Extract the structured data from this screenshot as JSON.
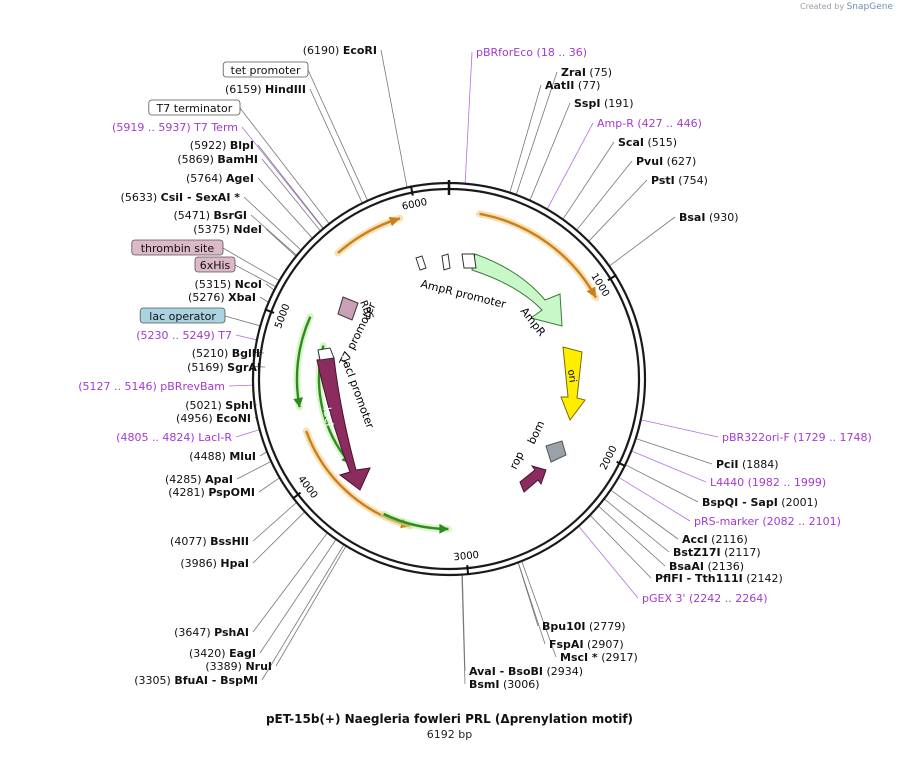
{
  "watermark": {
    "prefix": "Created by",
    "brand": "SnapGene"
  },
  "plasmid": {
    "title": "pET-15b(+) Naegleria fowleri PRL (Δprenylation motif)",
    "size_label": "6192 bp",
    "length": 6192
  },
  "ticks": [
    {
      "pos": 1000,
      "label": "1000"
    },
    {
      "pos": 2000,
      "label": "2000"
    },
    {
      "pos": 3000,
      "label": "3000"
    },
    {
      "pos": 4000,
      "label": "4000"
    },
    {
      "pos": 5000,
      "label": "5000"
    },
    {
      "pos": 6000,
      "label": "6000"
    }
  ],
  "sites": [
    {
      "name": "EcoRI",
      "pos": "(6190)",
      "kind": "enzyme",
      "side": "L"
    },
    {
      "name": "tet promoter",
      "kind": "boxed",
      "side": "L"
    },
    {
      "name": "HindIII",
      "pos": "(6159)",
      "kind": "enzyme",
      "side": "L"
    },
    {
      "name": "T7 terminator",
      "kind": "boxed",
      "side": "L"
    },
    {
      "name": "T7 Term",
      "pos": "(5919 .. 5937)",
      "kind": "feature",
      "side": "L"
    },
    {
      "name": "BlpI",
      "pos": "(5922)",
      "kind": "enzyme",
      "side": "L"
    },
    {
      "name": "BamHI",
      "pos": "(5869)",
      "kind": "enzyme",
      "side": "L"
    },
    {
      "name": "AgeI",
      "pos": "(5764)",
      "kind": "enzyme",
      "side": "L"
    },
    {
      "name": "CsiI  - SexAI *",
      "pos": "(5633)",
      "kind": "enzyme",
      "side": "L"
    },
    {
      "name": "BsrGI",
      "pos": "(5471)",
      "kind": "enzyme",
      "side": "L"
    },
    {
      "name": "NdeI",
      "pos": "(5375)",
      "kind": "enzyme",
      "side": "L"
    },
    {
      "name": "thrombin site",
      "kind": "boxed-pink",
      "side": "L"
    },
    {
      "name": "6xHis",
      "kind": "boxed-pink",
      "side": "L"
    },
    {
      "name": "NcoI",
      "pos": "(5315)",
      "kind": "enzyme",
      "side": "L"
    },
    {
      "name": "XbaI",
      "pos": "(5276)",
      "kind": "enzyme",
      "side": "L"
    },
    {
      "name": "lac operator",
      "kind": "boxed-blue",
      "side": "L"
    },
    {
      "name": "T7",
      "pos": "(5230 .. 5249)",
      "kind": "feature",
      "side": "L"
    },
    {
      "name": "BglII",
      "pos": "(5210)",
      "kind": "enzyme",
      "side": "L"
    },
    {
      "name": "SgrAI",
      "pos": "(5169)",
      "kind": "enzyme",
      "side": "L"
    },
    {
      "name": "pBRrevBam",
      "pos": "(5127 .. 5146)",
      "kind": "feature",
      "side": "L"
    },
    {
      "name": "SphI",
      "pos": "(5021)",
      "kind": "enzyme",
      "side": "L"
    },
    {
      "name": "EcoNI",
      "pos": "(4956)",
      "kind": "enzyme",
      "side": "L"
    },
    {
      "name": "LacI-R",
      "pos": "(4805 .. 4824)",
      "kind": "feature",
      "side": "L"
    },
    {
      "name": "MluI",
      "pos": "(4488)",
      "kind": "enzyme",
      "side": "L"
    },
    {
      "name": "ApaI",
      "pos": "(4285)",
      "kind": "enzyme",
      "side": "L"
    },
    {
      "name": "PspOMI",
      "pos": "(4281)",
      "kind": "enzyme",
      "side": "L"
    },
    {
      "name": "BssHII",
      "pos": "(4077)",
      "kind": "enzyme",
      "side": "L"
    },
    {
      "name": "HpaI",
      "pos": "(3986)",
      "kind": "enzyme",
      "side": "L"
    },
    {
      "name": "PshAI",
      "pos": "(3647)",
      "kind": "enzyme",
      "side": "L"
    },
    {
      "name": "EagI",
      "pos": "(3420)",
      "kind": "enzyme",
      "side": "L"
    },
    {
      "name": "NruI",
      "pos": "(3389)",
      "kind": "enzyme",
      "side": "L"
    },
    {
      "name": "BfuAI  - BspMI",
      "pos": "(3305)",
      "kind": "enzyme",
      "side": "L"
    },
    {
      "name": "BsmI",
      "pos": "(3006)",
      "kind": "enzyme",
      "side": "R"
    },
    {
      "name": "AvaI  - BsoBI",
      "pos": "(2934)",
      "kind": "enzyme",
      "side": "R"
    },
    {
      "name": "MscI *",
      "pos": "(2917)",
      "kind": "enzyme",
      "side": "R"
    },
    {
      "name": "FspAI",
      "pos": "(2907)",
      "kind": "enzyme",
      "side": "R"
    },
    {
      "name": "Bpu10I",
      "pos": "(2779)",
      "kind": "enzyme",
      "side": "R"
    },
    {
      "name": "pGEX 3'",
      "pos": "(2242 .. 2264)",
      "kind": "feature",
      "side": "R"
    },
    {
      "name": "PflFI  - Tth111I",
      "pos": "(2142)",
      "kind": "enzyme",
      "side": "R"
    },
    {
      "name": "BsaAI",
      "pos": "(2136)",
      "kind": "enzyme",
      "side": "R"
    },
    {
      "name": "BstZ17I",
      "pos": "(2117)",
      "kind": "enzyme",
      "side": "R"
    },
    {
      "name": "AccI",
      "pos": "(2116)",
      "kind": "enzyme",
      "side": "R"
    },
    {
      "name": "pRS-marker",
      "pos": "(2082 .. 2101)",
      "kind": "feature",
      "side": "R"
    },
    {
      "name": "BspQI  - SapI",
      "pos": "(2001)",
      "kind": "enzyme",
      "side": "R"
    },
    {
      "name": "L4440",
      "pos": "(1982 .. 1999)",
      "kind": "feature",
      "side": "R"
    },
    {
      "name": "PciI",
      "pos": "(1884)",
      "kind": "enzyme",
      "side": "R"
    },
    {
      "name": "pBR322ori-F",
      "pos": "(1729 .. 1748)",
      "kind": "feature",
      "side": "R"
    },
    {
      "name": "BsaI",
      "pos": "(930)",
      "kind": "enzyme",
      "side": "R"
    },
    {
      "name": "PstI",
      "pos": "(754)",
      "kind": "enzyme",
      "side": "R"
    },
    {
      "name": "PvuI",
      "pos": "(627)",
      "kind": "enzyme",
      "side": "R"
    },
    {
      "name": "ScaI",
      "pos": "(515)",
      "kind": "enzyme",
      "side": "R"
    },
    {
      "name": "Amp-R",
      "pos": "(427 .. 446)",
      "kind": "feature",
      "side": "R"
    },
    {
      "name": "SspI",
      "pos": "(191)",
      "kind": "enzyme",
      "side": "R"
    },
    {
      "name": "AatII",
      "pos": "(77)",
      "kind": "enzyme",
      "side": "R"
    },
    {
      "name": "ZraI",
      "pos": "(75)",
      "kind": "enzyme",
      "side": "R"
    },
    {
      "name": "pBRforEco",
      "pos": "(18 .. 36)",
      "kind": "feature",
      "side": "R"
    }
  ],
  "inner_labels": {
    "ampr_promoter": "AmpR promoter",
    "ampr": "AmpR",
    "ori": "ori",
    "bom": "bom",
    "rop": "rop",
    "laci": "lacI",
    "laci_promoter": "lacI promoter",
    "rbs": "RBS",
    "t7_promoter": "T7 promoter"
  },
  "colors": {
    "feature_text": "#a23bd0",
    "ampr_fill": "#c8f7c8",
    "ori_fill": "#ffee00",
    "laci_fill": "#8b2c5e",
    "orange_arc": "#e7a53a",
    "green_arc": "#2f8a1f",
    "bom_fill": "#9aa1a8",
    "thrombin_box": "#dcb8c8",
    "lac_operator_box": "#a9d3df"
  }
}
